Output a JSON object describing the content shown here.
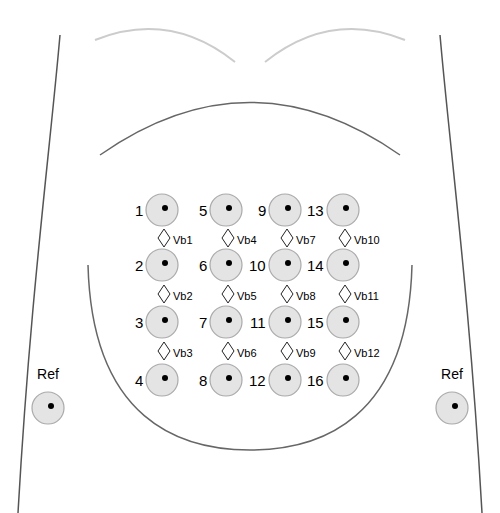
{
  "diagram": {
    "nodes": [
      {
        "text": [
          "1"
        ]
      },
      {
        "text": [
          "2"
        ]
      },
      {
        "text": [
          "3"
        ]
      },
      {
        "text": [
          "4"
        ]
      },
      {
        "text": [
          "5"
        ]
      },
      {
        "text": [
          "6"
        ]
      },
      {
        "text": [
          "7"
        ]
      },
      {
        "text": [
          "8"
        ]
      },
      {
        "text": [
          "9"
        ]
      },
      {
        "text": [
          "10"
        ]
      },
      {
        "text": [
          "11"
        ]
      },
      {
        "text": [
          "12"
        ]
      },
      {
        "text": [
          "13"
        ]
      },
      {
        "text": [
          "14"
        ]
      },
      {
        "text": [
          "15"
        ]
      },
      {
        "text": [
          "16"
        ]
      },
      {
        "text": [
          "Vb1"
        ]
      },
      {
        "text": [
          "Vb2"
        ]
      },
      {
        "text": [
          "Vb3"
        ]
      },
      {
        "text": [
          "Vb4"
        ]
      },
      {
        "text": [
          "Vb5"
        ]
      },
      {
        "text": [
          "Vb6"
        ]
      },
      {
        "text": [
          "Vb7"
        ]
      },
      {
        "text": [
          "Vb8"
        ]
      },
      {
        "text": [
          "Vb9"
        ]
      },
      {
        "text": [
          "Vb10"
        ]
      },
      {
        "text": [
          "Vb11"
        ]
      },
      {
        "text": [
          "Vb12"
        ]
      },
      {
        "text": [
          "Ref"
        ]
      },
      {
        "text": [
          "Ref"
        ]
      }
    ]
  }
}
